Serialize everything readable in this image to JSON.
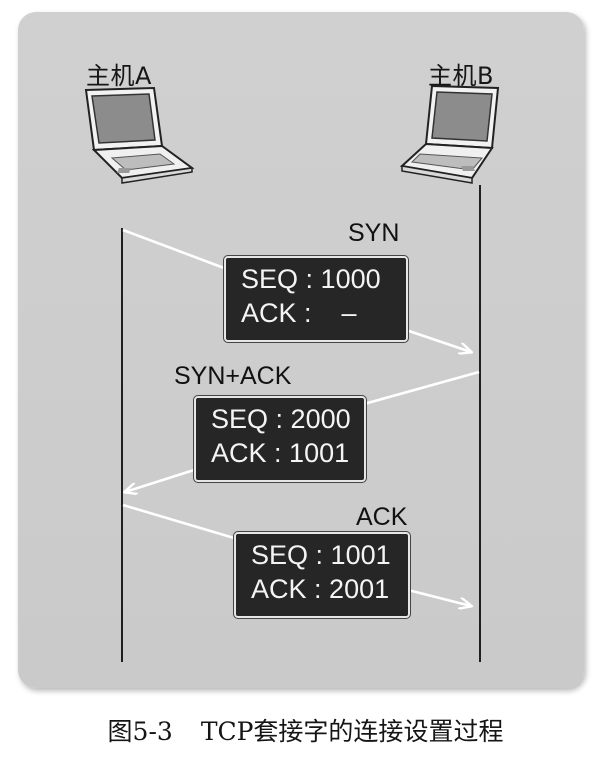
{
  "hosts": {
    "a": "主机A",
    "b": "主机B"
  },
  "messages": [
    {
      "title": "SYN",
      "seq_label": "SEQ",
      "seq": "1000",
      "ack_label": "ACK",
      "ack": "–"
    },
    {
      "title": "SYN+ACK",
      "seq_label": "SEQ",
      "seq": "2000",
      "ack_label": "ACK",
      "ack": "1001"
    },
    {
      "title": "ACK",
      "seq_label": "SEQ",
      "seq": "1001",
      "ack_label": "ACK",
      "ack": "2001"
    }
  ],
  "caption": {
    "number": "图5-3",
    "text": "TCP套接字的连接设置过程"
  },
  "colors": {
    "panel": "#cdcdcd",
    "box": "#262626",
    "box_text": "#f4f4f4",
    "line": "#ffffff"
  }
}
